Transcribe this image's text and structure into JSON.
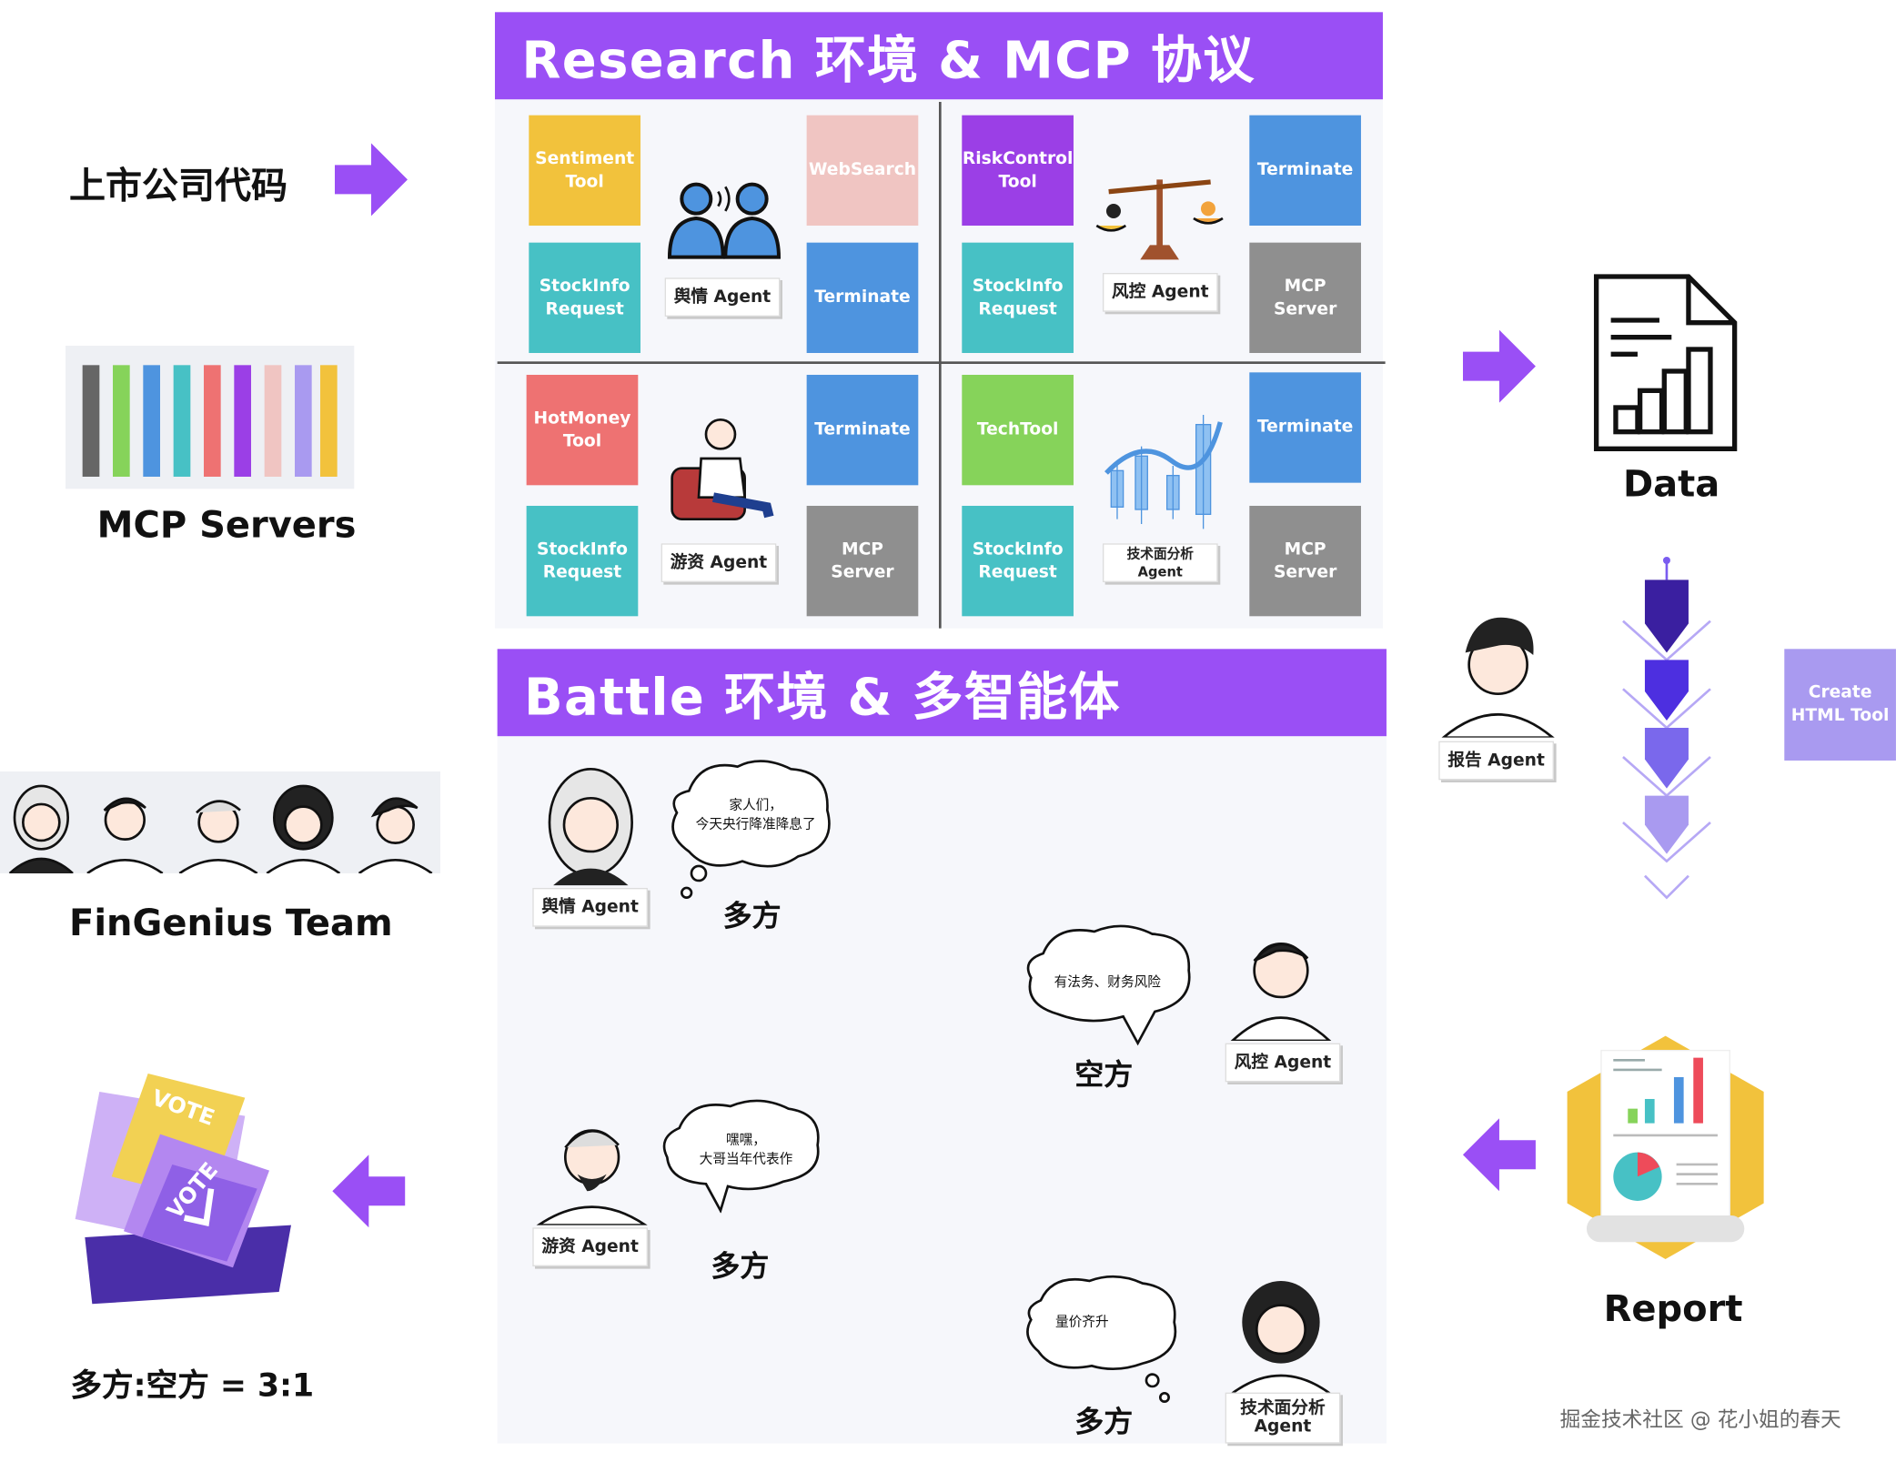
{
  "left": {
    "stock_code_label": "上市公司代码",
    "mcp_servers_label": "MCP Servers",
    "team_label": "FinGenius Team",
    "vote_label": "VOTE",
    "result_label": "多方:空方 = 3:1"
  },
  "research": {
    "title": "Research 环境 & MCP 协议",
    "quadrants": [
      {
        "agent": "舆情 Agent",
        "tiles": [
          "Sentiment Tool",
          "StockInfo Request",
          "WebSearch",
          "Terminate"
        ]
      },
      {
        "agent": "风控 Agent",
        "tiles": [
          "RiskControl Tool",
          "StockInfo Request",
          "Terminate",
          "MCP Server"
        ]
      },
      {
        "agent": "游资 Agent",
        "tiles": [
          "HotMoney Tool",
          "StockInfo Request",
          "Terminate",
          "MCP Server"
        ]
      },
      {
        "agent": "技术面分析 Agent",
        "tiles": [
          "TechTool",
          "StockInfo Request",
          "Terminate",
          "MCP Server"
        ]
      }
    ]
  },
  "battle": {
    "title": "Battle 环境 & 多智能体",
    "debates": [
      {
        "agent": "舆情 Agent",
        "speech_1": "家人们，",
        "speech_2": "今天央行降准降息了",
        "stance": "多方"
      },
      {
        "agent": "风控 Agent",
        "speech_1": "有法务、财务风险",
        "speech_2": "",
        "stance": "空方"
      },
      {
        "agent": "游资 Agent",
        "speech_1": "嘿嘿，",
        "speech_2": "大哥当年代表作",
        "stance": "多方"
      },
      {
        "agent": "技术面分析 Agent",
        "speech_1": "量价齐升",
        "speech_2": "",
        "stance": "多方"
      }
    ]
  },
  "right": {
    "data_label": "Data",
    "report_agent": "报告 Agent",
    "tool": "Create HTML Tool",
    "report_label": "Report"
  },
  "watermark": "掘金技术社区 @ 花小姐的春天",
  "colors": {
    "purple": "#9a4ff5",
    "yellow": "#f2c23c",
    "teal": "#47c1c5",
    "pink": "#f0c5c2",
    "blue": "#4e94df",
    "violet": "#9b3fe6",
    "gray": "#8f8f8f",
    "red": "#ee7272",
    "green": "#86d35a",
    "lavender": "#a99af0"
  }
}
